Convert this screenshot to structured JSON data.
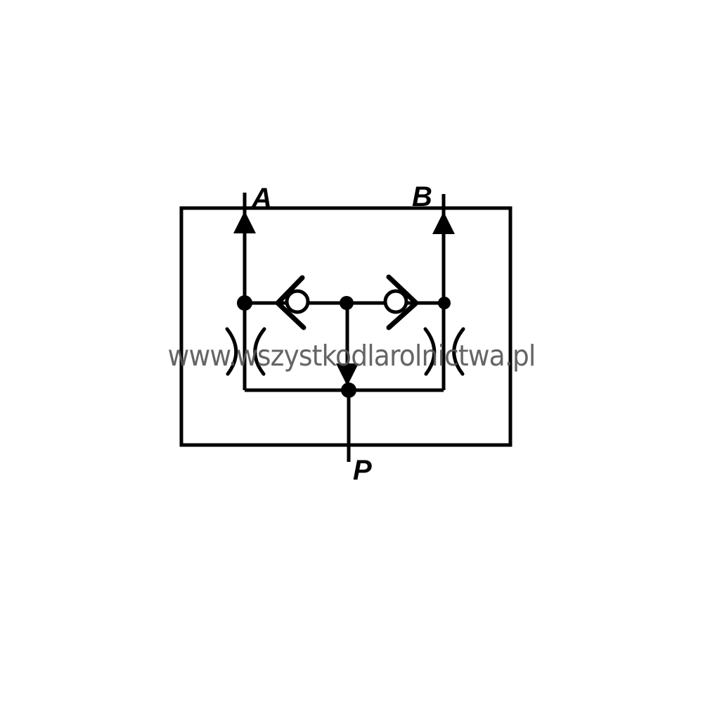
{
  "ports": {
    "a": "A",
    "b": "B",
    "p": "P"
  },
  "watermark": "www.wszystkodlarolnictwa.pl",
  "colors": {
    "line": "#000000",
    "watermark": "#555555",
    "background": "#ffffff"
  }
}
